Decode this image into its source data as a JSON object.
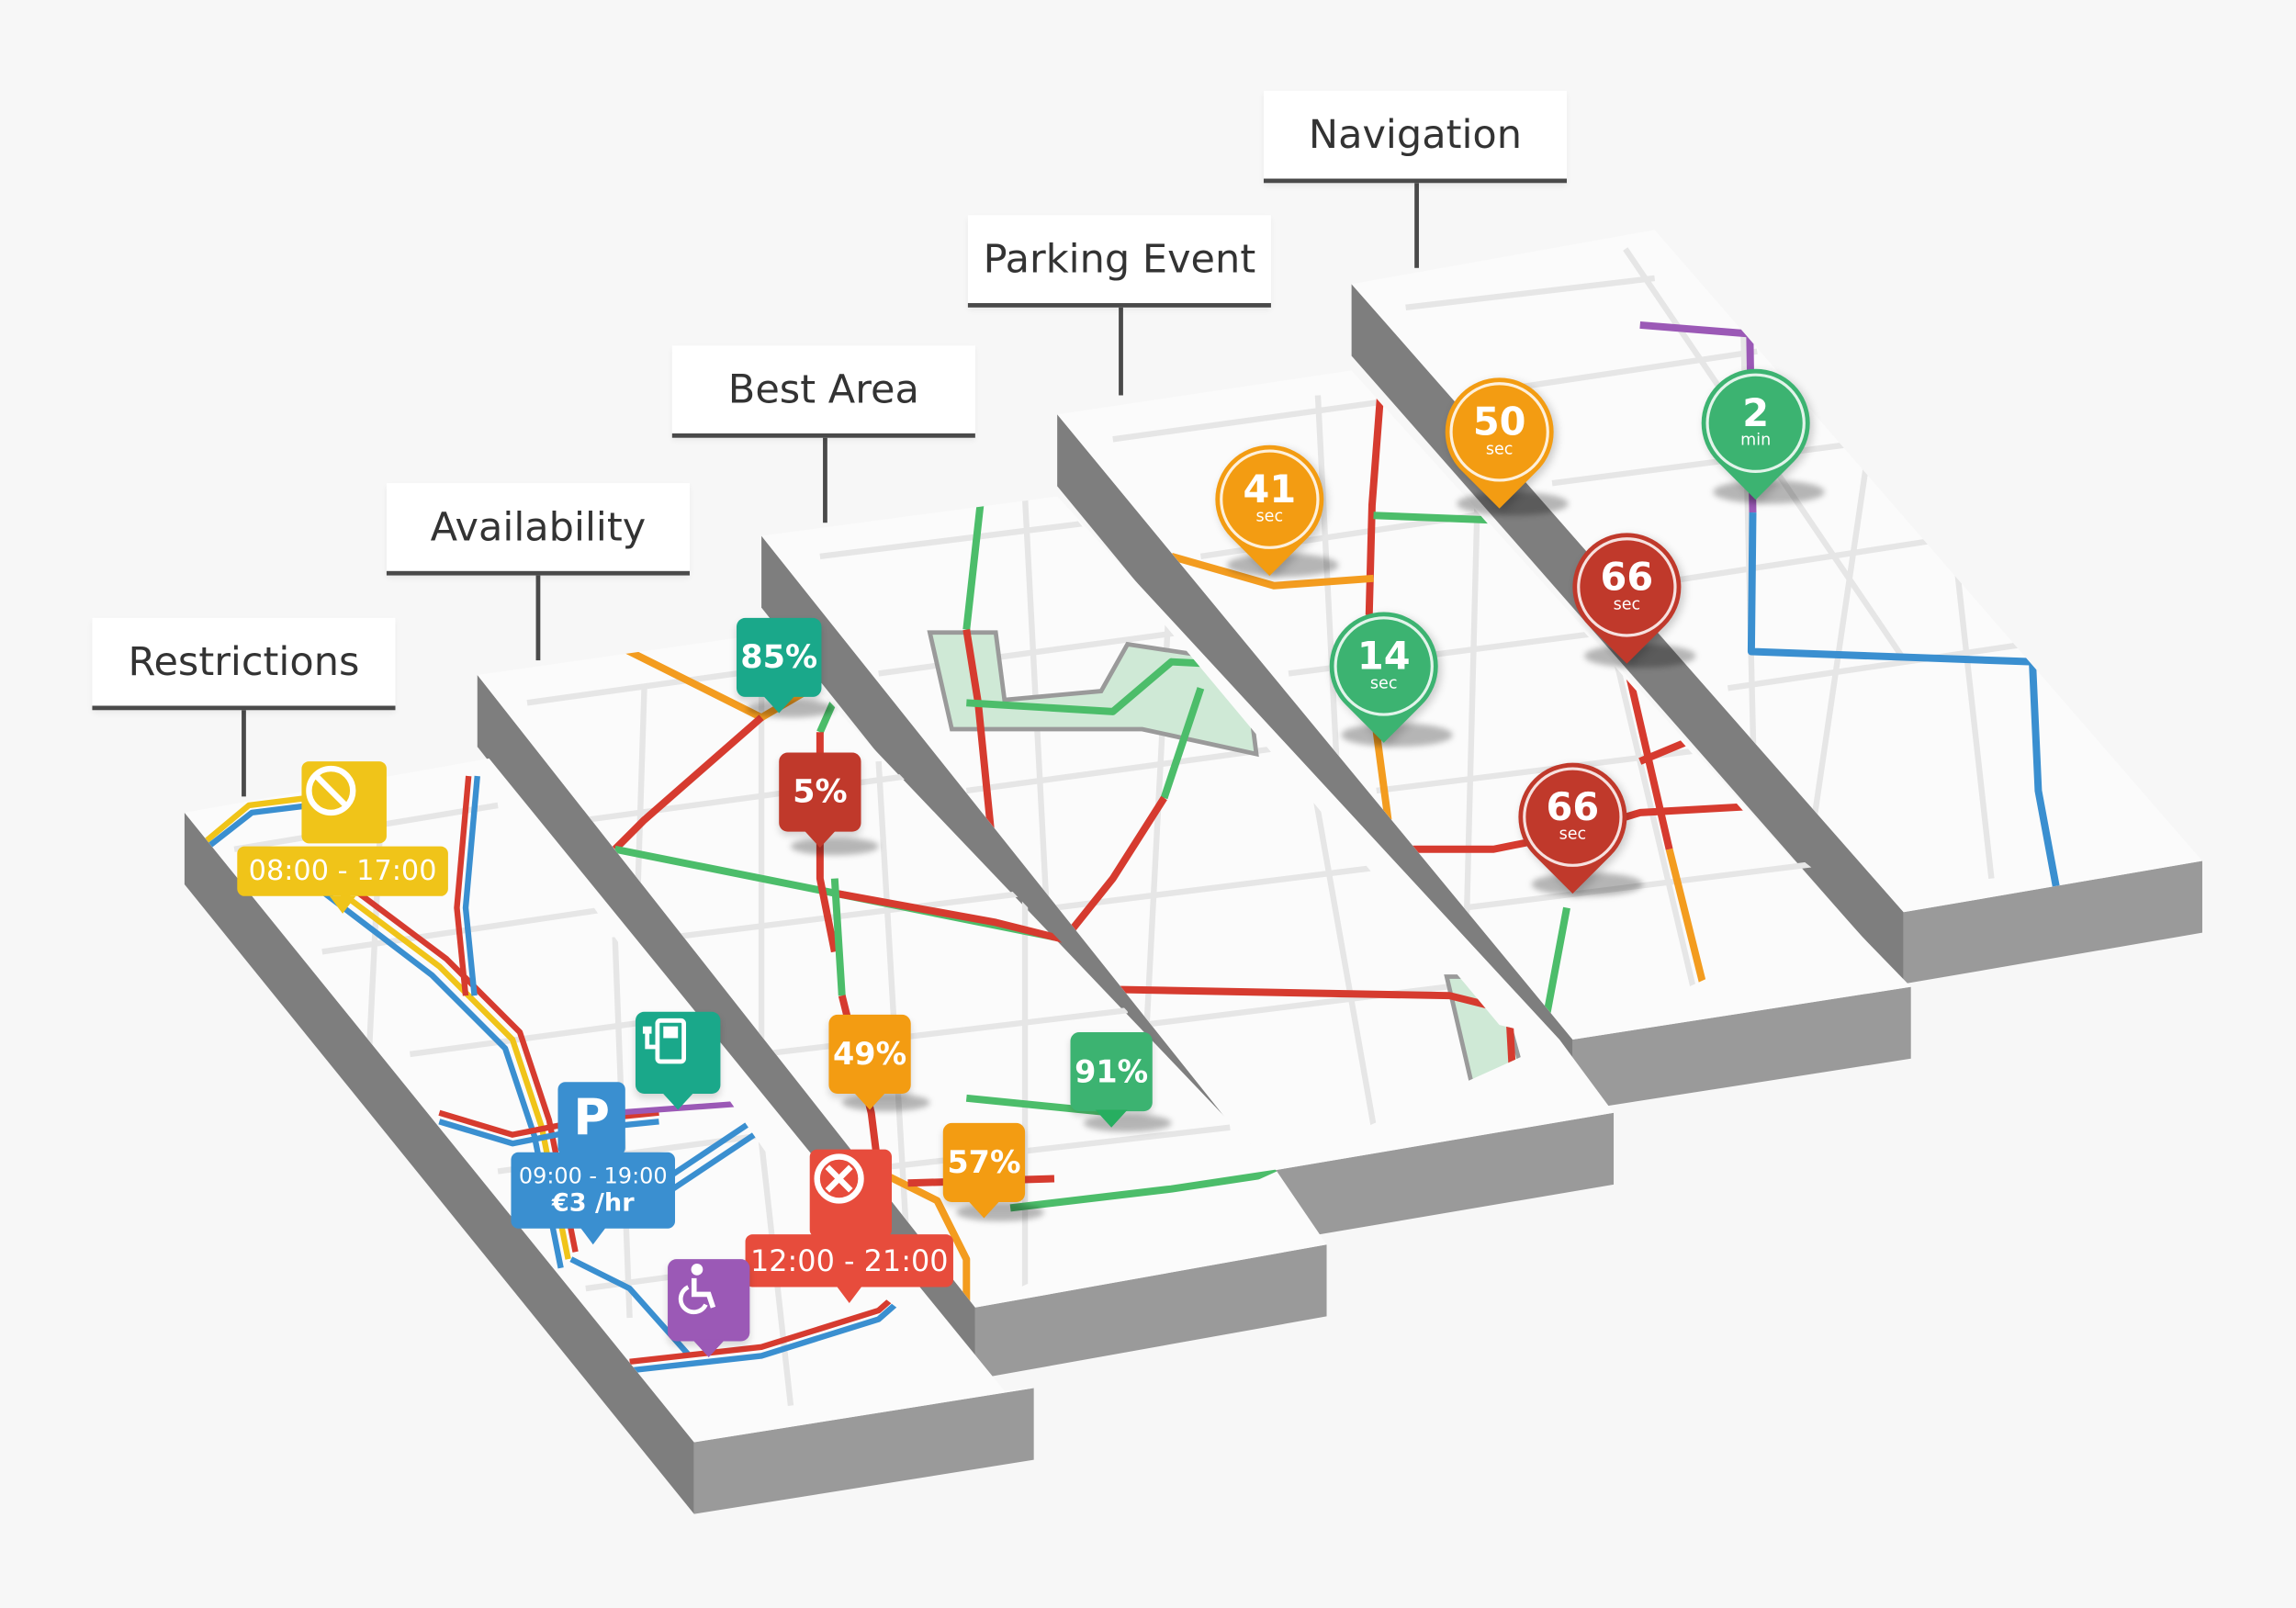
{
  "layers": [
    {
      "label": "Restrictions"
    },
    {
      "label": "Availability"
    },
    {
      "label": "Best Area"
    },
    {
      "label": "Parking Event"
    },
    {
      "label": "Navigation"
    }
  ],
  "restrictions": {
    "no_parking": {
      "icon": "no-parking-icon",
      "time": "08:00 - 17:00",
      "color": "#f0c419"
    },
    "paid_parking": {
      "icon": "parking-p-icon",
      "letter": "P",
      "time": "09:00 - 19:00",
      "price": "€3 /hr",
      "color": "#3a8fd0"
    },
    "no_stopping": {
      "icon": "no-stopping-icon",
      "time": "12:00 - 21:00",
      "color": "#e74c3c"
    },
    "ev_charging": {
      "icon": "ev-charging-icon",
      "color": "#1aa88a"
    },
    "disabled": {
      "icon": "wheelchair-icon",
      "color": "#9b59b6"
    }
  },
  "availability": [
    {
      "value": "85%",
      "color": "#1aa88a"
    },
    {
      "value": "5%",
      "color": "#c0392b"
    },
    {
      "value": "49%",
      "color": "#f39c12"
    },
    {
      "value": "57%",
      "color": "#f39c12"
    },
    {
      "value": "91%",
      "color": "#27ae60"
    }
  ],
  "parking_event": [
    {
      "value": "41",
      "unit": "sec",
      "color": "#f39c12"
    },
    {
      "value": "50",
      "unit": "sec",
      "color": "#f39c12"
    },
    {
      "value": "14",
      "unit": "sec",
      "color": "#3cb371"
    },
    {
      "value": "66",
      "unit": "sec",
      "color": "#c0392b"
    },
    {
      "value": "66",
      "unit": "sec",
      "color": "#c0392b"
    },
    {
      "value": "2",
      "unit": "min",
      "color": "#3cb371"
    }
  ],
  "colors": {
    "red": "#d63b2f",
    "orange": "#f39c1f",
    "green": "#4cbd6a",
    "blue": "#3a8fd0",
    "purple": "#9b59b6",
    "yellow": "#f0c419"
  }
}
